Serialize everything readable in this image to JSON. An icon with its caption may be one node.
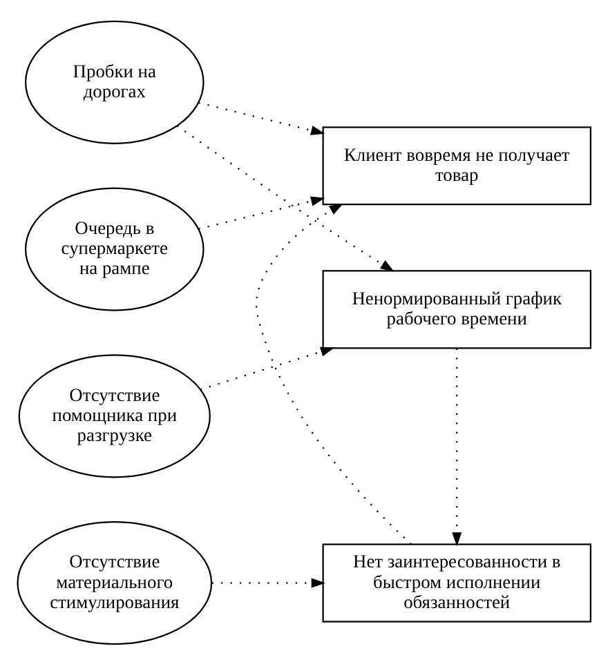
{
  "diagram": {
    "nodes": [
      {
        "text": [
          "Пробки на дорогах"
        ]
      },
      {
        "text": [
          "Очередь в супермаркете на рампе"
        ]
      },
      {
        "text": [
          "Отсутствие помощника при разгрузке"
        ]
      },
      {
        "text": [
          "Отсутствие материального стимулирования"
        ]
      },
      {
        "text": [
          "Клиент вовремя не получает товар"
        ]
      },
      {
        "text": [
          "Ненормированный график рабочего времени"
        ]
      },
      {
        "text": [
          "Нет заинтересованности в быстром исполнении обязанностей"
        ]
      }
    ],
    "edges": [
      {
        "from": 0,
        "to": 4,
        "arrow": "to"
      },
      {
        "from": 0,
        "to": 5,
        "arrow": "to"
      },
      {
        "from": 1,
        "to": 4,
        "arrow": "to"
      },
      {
        "from": 2,
        "to": 5,
        "arrow": "to"
      },
      {
        "from": 3,
        "to": 6,
        "arrow": "to"
      },
      {
        "from": 5,
        "to": 6,
        "arrow": "to"
      },
      {
        "from": 6,
        "to": 4,
        "arrow": "to"
      }
    ]
  }
}
